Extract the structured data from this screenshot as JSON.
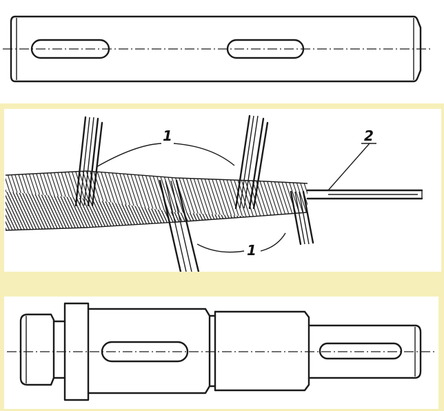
{
  "figure": {
    "panels": [
      {
        "id": "top",
        "description_key": "plain-shaft-with-two-keyways"
      },
      {
        "id": "middle",
        "callouts": {
          "strand_label": "1",
          "rod_label": "2"
        }
      },
      {
        "id": "bottom",
        "description_key": "stepped-shaft-with-two-keyways"
      }
    ]
  },
  "colors": {
    "background": "#f7efb9",
    "panel": "#ffffff",
    "ink": "#1a1a1a"
  }
}
